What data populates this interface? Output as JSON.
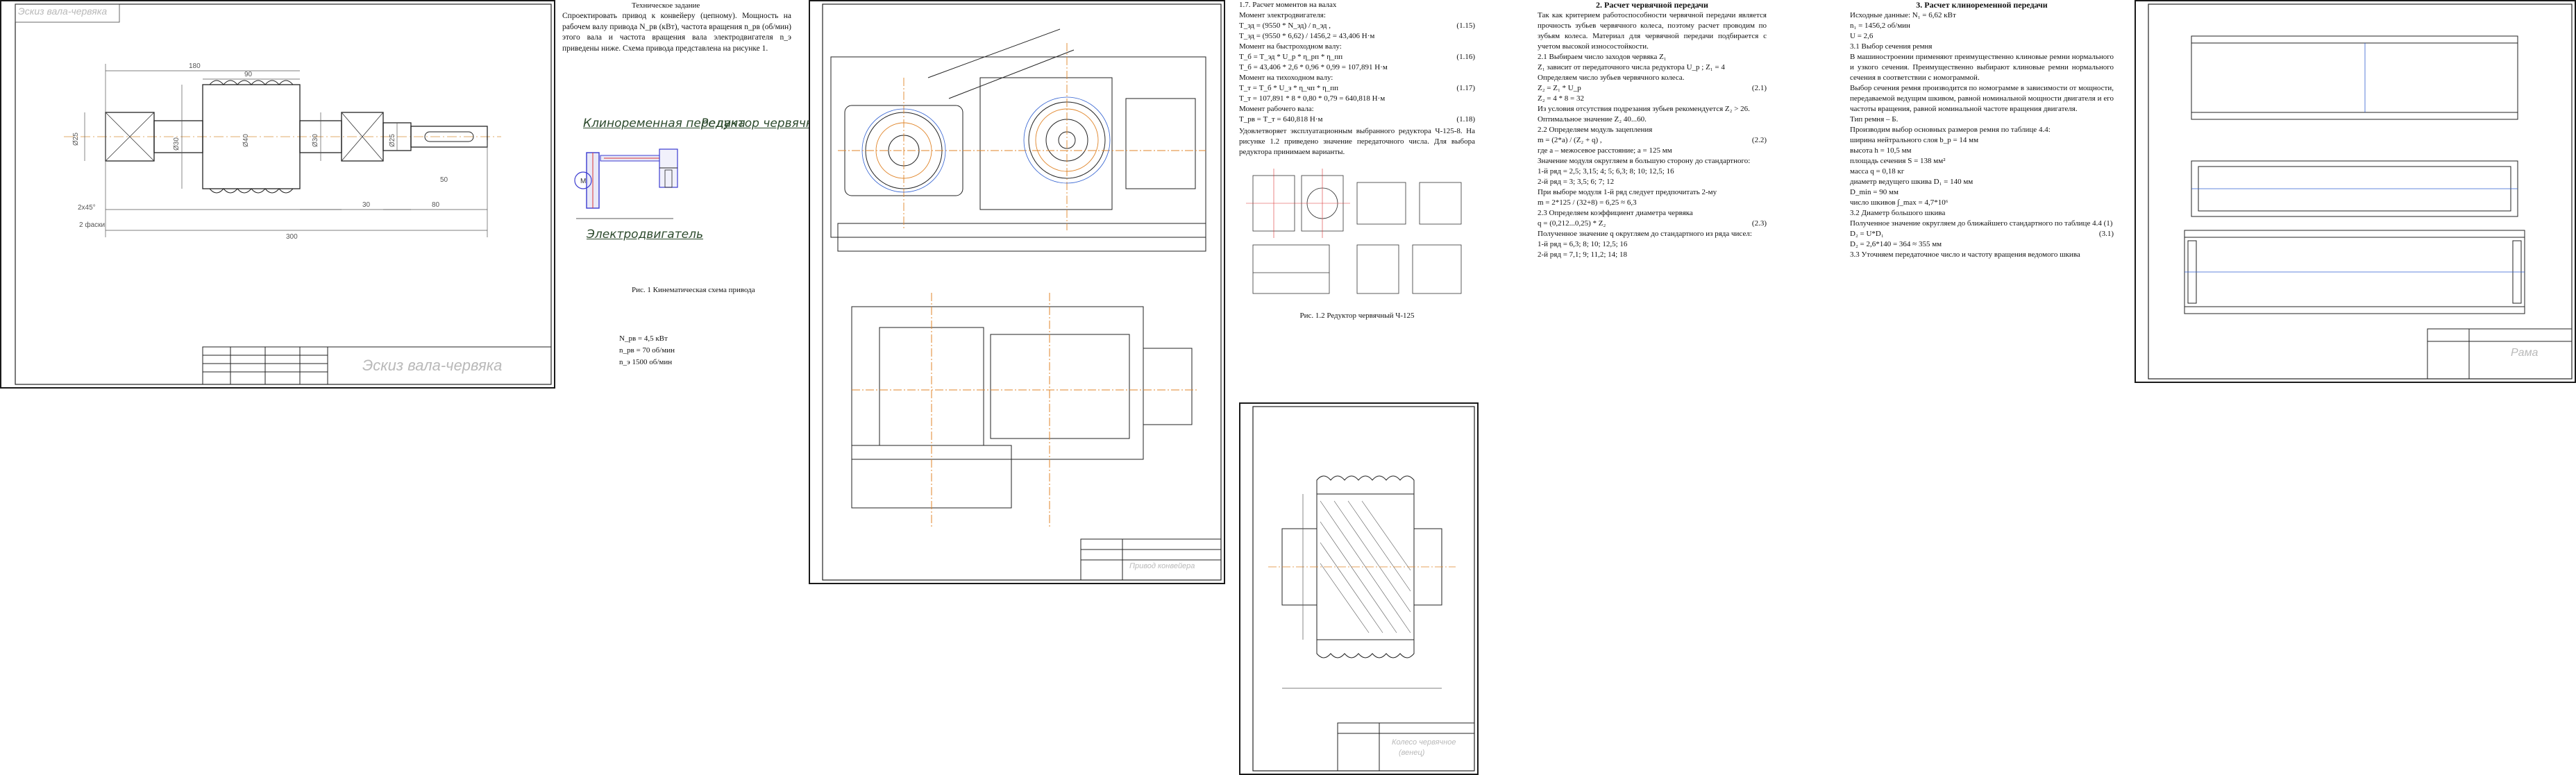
{
  "sheet1": {
    "corner_label": "Эскиз вала-червяка",
    "title_block": "Эскиз вала-червяка",
    "dims": [
      "180",
      "90",
      "Ø25",
      "Ø30",
      "Ø40",
      "Ø30",
      "Ø25",
      "50",
      "30",
      "80",
      "2x45°",
      "2 фаски"
    ],
    "total_dim": "300"
  },
  "kinematic": {
    "intro_title": "Техническое задание",
    "intro_text": "Спроектировать привод к конвейеру (цепному). Мощность на рабочем валу привода N_рв (кВт), частота вращения n_рв (об/мин) этого вала и частота вращения вала электродвигателя n_э приведены ниже. Схема привода представлена на рисунке 1.",
    "label_belt": "Клиноременная передача",
    "label_reducer": "Редуктор червячный",
    "label_motor": "Электродвигатель",
    "caption": "Рис. 1 Кинематическая схема привода",
    "params": [
      "N_рв = 4,5 кВт",
      "n_рв = 70 об/мин",
      "n_э  1500 об/мин"
    ]
  },
  "sheet2": {
    "title_block": "Привод конвейера"
  },
  "text_page1": {
    "lines": [
      [
        "1.7. Расчет моментов на валах",
        ""
      ],
      [
        "Момент электродвигателя:",
        ""
      ],
      [
        "T_эд = (9550 * N_эд) / n_эд ,",
        "(1.15)"
      ],
      [
        "T_эд = (9550 * 6,62) / 1456,2 = 43,406 Н·м",
        ""
      ],
      [
        "Момент на быстроходном валу:",
        ""
      ],
      [
        "T_б = T_эд * U_р * η_рп * η_пп",
        "(1.16)"
      ],
      [
        "T_б = 43,406 * 2,6 * 0,96 * 0,99 = 107,891 Н·м",
        ""
      ],
      [
        "Момент на тихоходном валу:",
        ""
      ],
      [
        "T_т = T_б * U_з * η_чп * η_пп",
        "(1.17)"
      ],
      [
        "T_т = 107,891 * 8 * 0,80 * 0,79 = 640,818 Н·м",
        ""
      ],
      [
        "Момент рабочего вала:",
        ""
      ],
      [
        "T_рв = T_т = 640,818 Н·м",
        "(1.18)"
      ]
    ],
    "para": "Удовлетворяет эксплуатационным выбранного редуктора Ч-125-8. На рисунке 1.2 приведено значение передаточного числа. Для выбора редуктора принимаем варианты.",
    "caption": "Рис. 1.2 Редуктор червячный Ч-125"
  },
  "text_page2": {
    "heading": "2. Расчет червячной передачи",
    "para1": "Так как критерием работоспособности червячной передачи является прочность зубьев червячного колеса, поэтому расчет проводим по зубьям колеса. Материал для червячной передачи подбирается с учетом высокой износостойкости.",
    "lines": [
      [
        "2.1 Выбираем число заходов червяка Z₁",
        ""
      ],
      [
        "Z₁ зависит от передаточного числа редуктора U_р ; Z₁ = 4",
        ""
      ],
      [
        "Определяем число зубьев червячного колеса.",
        ""
      ],
      [
        "Z₂ = Z₁ * U_р",
        "(2.1)"
      ],
      [
        "Z₂ = 4 * 8 = 32",
        ""
      ],
      [
        "Из условия отсутствия подрезания зубьев рекомендуется Z₂ > 26.",
        ""
      ],
      [
        "Оптимальное значение Z₂  40...60.",
        ""
      ],
      [
        "2.2 Определяем модуль зацепления",
        ""
      ],
      [
        "m = (2*a) / (Z₂ + q) ,",
        "(2.2)"
      ],
      [
        "где a – межосевое расстояние; a = 125 мм",
        ""
      ],
      [
        "Значение модуля округляем в большую сторону до стандартного:",
        ""
      ],
      [
        "1-й ряд = 2,5; 3,15; 4; 5; 6,3; 8; 10; 12,5; 16",
        ""
      ],
      [
        "2-й ряд = 3; 3,5; 6; 7; 12",
        ""
      ],
      [
        "При выборе модуля 1-й ряд следует предпочитать 2-му",
        ""
      ],
      [
        "m = 2*125 / (32+8) = 6,25 ≈ 6,3",
        ""
      ],
      [
        "2.3 Определяем коэффициент диаметра червяка",
        ""
      ],
      [
        "q = (0,212...0,25) * Z₂",
        "(2.3)"
      ],
      [
        "Полученное значение q округляем до стандартного из ряда чисел:",
        ""
      ],
      [
        "1-й ряд = 6,3; 8; 10; 12,5; 16",
        ""
      ],
      [
        "2-й ряд = 7,1; 9; 11,2; 14; 18",
        ""
      ]
    ]
  },
  "sheet3": {
    "title_block": "Колесо червячное",
    "subtitle": "(венец)"
  },
  "sheet4": {
    "title_block": "Рама"
  },
  "text_page3": {
    "heading": "3. Расчет клиноременной передачи",
    "lines": [
      [
        "Исходные данные: N₁ = 6,62 кВт",
        ""
      ],
      [
        "n₁ = 1456,2 об/мин",
        ""
      ],
      [
        "U = 2,6",
        ""
      ],
      [
        "3.1 Выбор сечения ремня",
        ""
      ]
    ],
    "para1": "В машиностроении применяют преимущественно клиновые ремни нормального и узкого сечения. Преимущественно выбирают клиновые ремни нормального сечения в соответствии с номограммой.",
    "para2": "Выбор сечения ремня производится по номограмме в зависимости от мощности, передаваемой ведущим шкивом, равной номинальной мощности двигателя и его частоты вращения, равной номинальной частоте вращения двигателя.",
    "lines2": [
      [
        "Тип ремня – Б.",
        ""
      ],
      [
        "Производим выбор основных размеров ремня по таблице 4.4:",
        ""
      ],
      [
        "ширина нейтрального слоя  b_р = 14 мм",
        ""
      ],
      [
        "высота  h  = 10,5 мм",
        ""
      ],
      [
        "площадь сечения  S = 138 мм²",
        ""
      ],
      [
        "масса  q = 0,18 кг",
        ""
      ],
      [
        "диаметр ведущего шкива  D₁ = 140 мм",
        ""
      ],
      [
        "D_min  =  90 мм",
        ""
      ],
      [
        "число шкивов  ∫_max = 4,7*10⁶",
        ""
      ],
      [
        "3.2 Диаметр большого шкива",
        ""
      ],
      [
        "Полученное значение округляем до ближайшего стандартного по таблице 4.4 (1)",
        ""
      ],
      [
        "D₂ = U*D₁",
        "(3.1)"
      ],
      [
        "D₂ = 2,6*140 = 364 ≈ 355 мм",
        ""
      ],
      [
        "3.3 Уточняем передаточное число и частоту вращения ведомого шкива",
        ""
      ]
    ]
  }
}
